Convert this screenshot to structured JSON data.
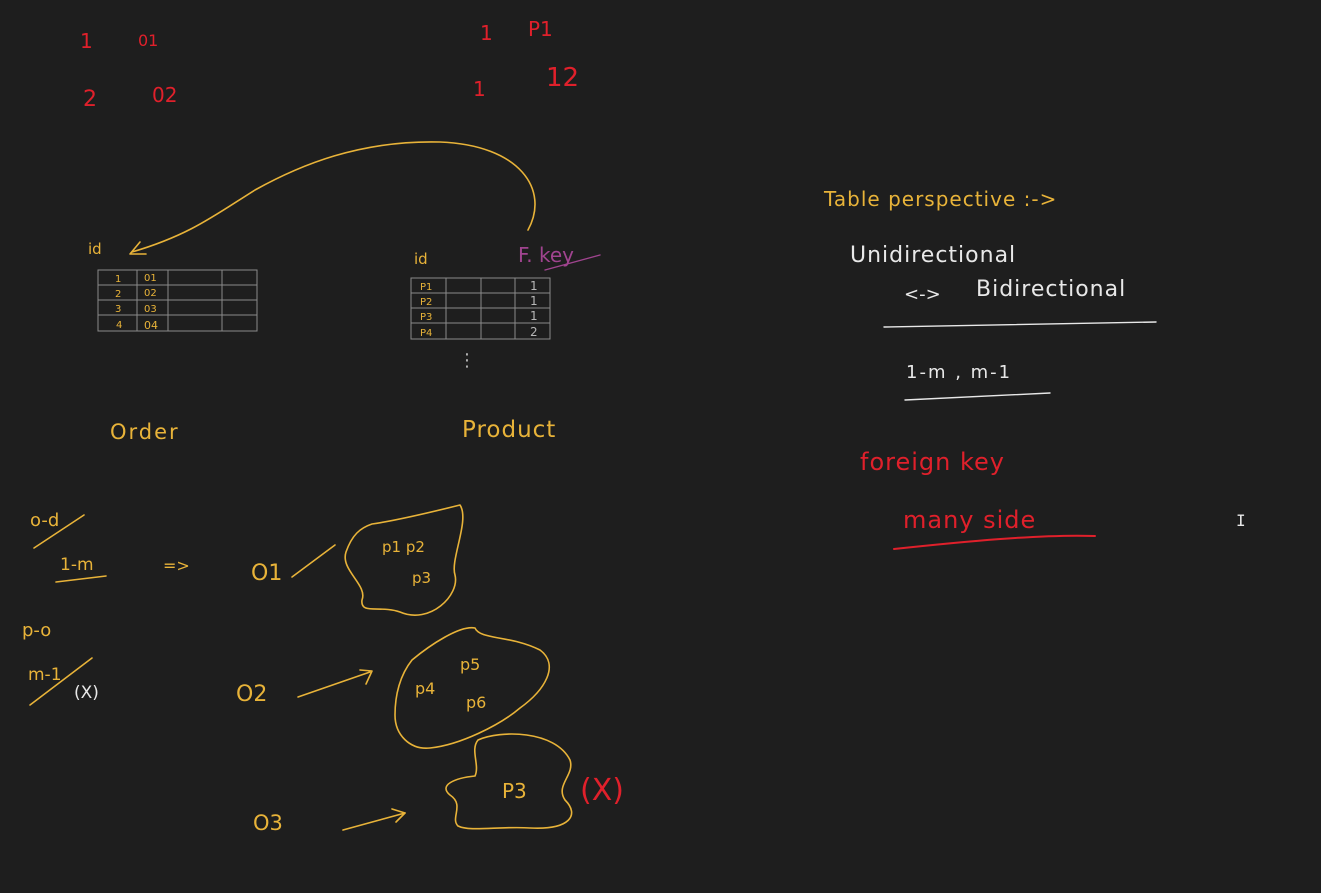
{
  "top_left": {
    "row1_left": "1",
    "row1_right": "01",
    "row2_left": "2",
    "row2_right": "02"
  },
  "top_mid": {
    "row1_left": "1",
    "row1_right": "P1",
    "row2_left": "1",
    "row2_right": "12"
  },
  "order_table": {
    "id_label": "id",
    "rows": [
      [
        "1",
        "01"
      ],
      [
        "2",
        "02"
      ],
      [
        "3",
        "03"
      ],
      [
        "4",
        "04"
      ]
    ],
    "caption": "Order"
  },
  "product_table": {
    "id_label": "id",
    "fk_label": "F. key",
    "rows": [
      [
        "P1",
        "1"
      ],
      [
        "P2",
        "1"
      ],
      [
        "P3",
        "1"
      ],
      [
        "P4",
        "2"
      ]
    ],
    "ellipsis": "⋮",
    "caption": "Product"
  },
  "right_notes": {
    "heading": "Table perspective :->",
    "line1": "Unidirectional",
    "line2_arrow": "<->",
    "line2": "Bidirectional",
    "line3": "1-m , m-1",
    "line4": "foreign key",
    "line5": "many side"
  },
  "bottom_left": {
    "a": "o-d",
    "b": "1-m",
    "arrow": "=>",
    "c": "p-o",
    "d": "m-1",
    "d_mark": "(X)"
  },
  "groups": [
    {
      "order": "O1",
      "items": [
        "p1 p2",
        "p3"
      ]
    },
    {
      "order": "O2",
      "items": [
        "p5",
        "p4",
        "p6"
      ]
    },
    {
      "order": "O3",
      "items": [
        "P3"
      ],
      "mark": "(X)"
    }
  ],
  "cursor_symbol": "I"
}
